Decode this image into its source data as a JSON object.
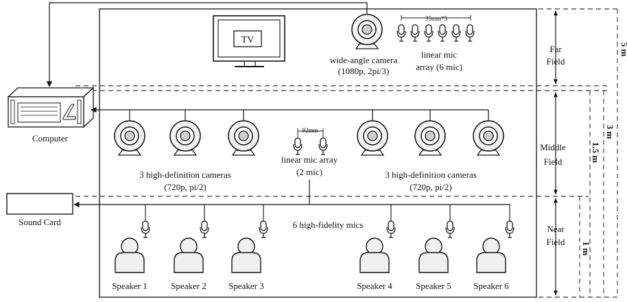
{
  "devices": {
    "tv": "TV",
    "wide_camera": "wide-angle camera",
    "wide_camera_spec": "(1080p, 2pi/3)",
    "far_array_spacing": "35mm*5",
    "far_array_line1": "linear mic",
    "far_array_line2": "array (6 mic)",
    "computer": "Computer",
    "sound_card": "Sound Card",
    "hd_cameras_line1": "3 high-definition cameras",
    "hd_cameras_line2": "(720p, pi/2)",
    "mid_array_spacing": "92mm",
    "mid_array_line1": "linear mic array",
    "mid_array_line2": "(2 mic)",
    "hifi_mics": "6 high-fidelity mics"
  },
  "speakers": [
    "Speaker 1",
    "Speaker 2",
    "Speaker 3",
    "Speaker 4",
    "Speaker 5",
    "Speaker 6"
  ],
  "fields": {
    "far_line1": "Far",
    "far_line2": "Field",
    "middle_line1": "Middle",
    "middle_line2": "Field",
    "near_line1": "Near",
    "near_line2": "Field"
  },
  "dimensions": {
    "total": "5 m",
    "three": "3 m",
    "one_half": "1.5 m",
    "one": "1 m"
  }
}
